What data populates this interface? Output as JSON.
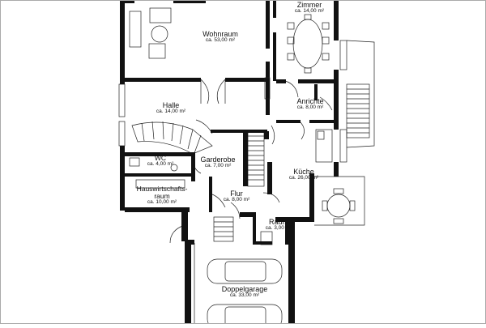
{
  "rooms": {
    "zimmer": {
      "name": "Zimmer",
      "area": "ca. 14,00 m²"
    },
    "wohnraum": {
      "name": "Wohnraum",
      "area": "ca. 53,00 m²"
    },
    "anrichte": {
      "name": "Anrichte",
      "area": "ca. 8,00 m²"
    },
    "halle": {
      "name": "Halle",
      "area": "ca. 14,00 m²"
    },
    "wc": {
      "name": "WC",
      "area": "ca. 4,00 m²"
    },
    "garderobe": {
      "name": "Garderobe",
      "area": "ca. 7,00 m²"
    },
    "kueche": {
      "name": "Küche",
      "area": "ca. 26,00 m²"
    },
    "hwr": {
      "name_line1": "Hauswirtschafts-",
      "name_line2": "raum",
      "area": "ca. 10,00 m²"
    },
    "flur": {
      "name": "Flur",
      "area": "ca. 8,00 m²"
    },
    "raum": {
      "name": "Raum",
      "area": "ca. 3,00 m²"
    },
    "garage": {
      "name": "Doppelgarage",
      "area": "ca. 33,00 m²"
    }
  },
  "colors": {
    "wall": "#111111",
    "line": "#222222",
    "fill": "#ffffff"
  }
}
